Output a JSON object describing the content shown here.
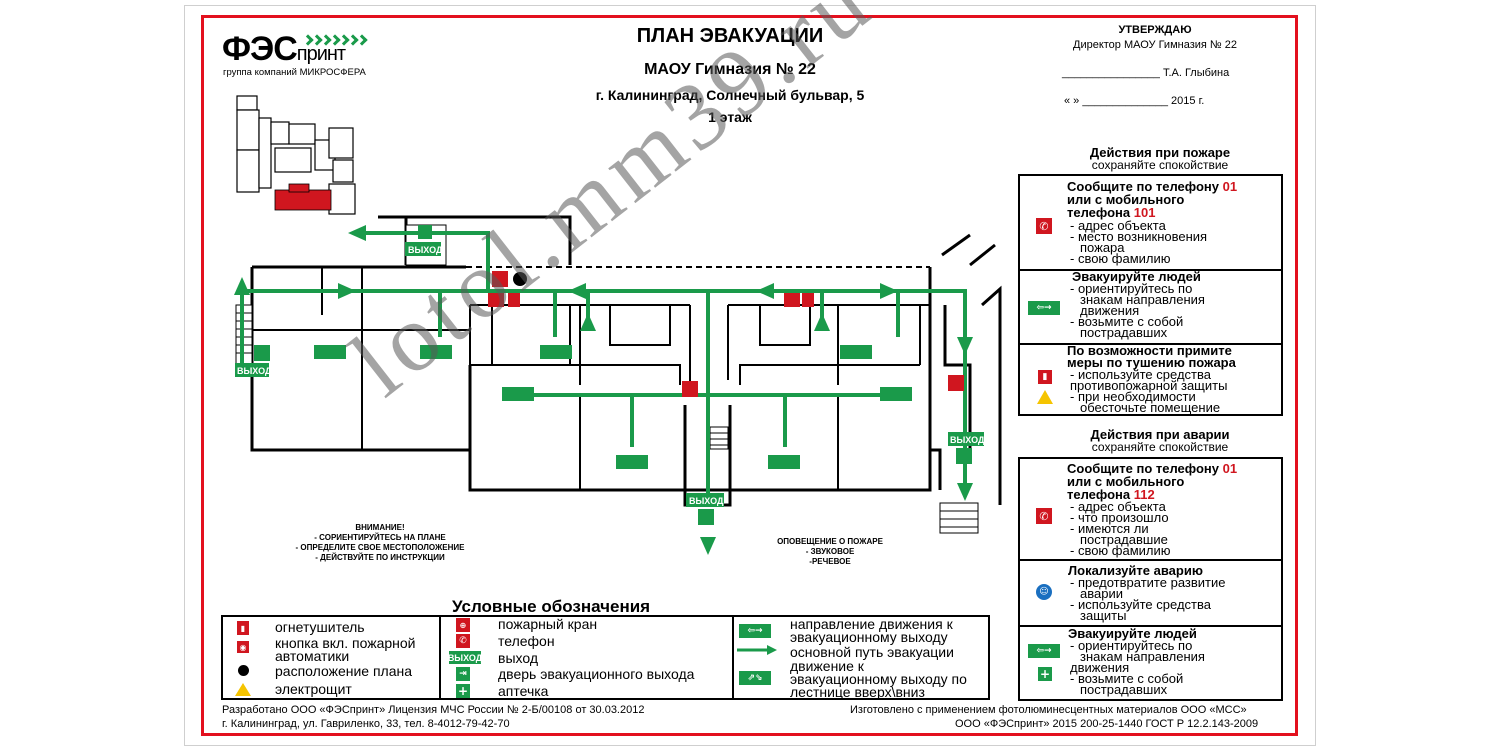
{
  "header": {
    "title": "ПЛАН ЭВАКУАЦИИ",
    "org": "МАОУ Гимназия № 22",
    "address": "г. Калининград, Солнечный бульвар, 5",
    "floor": "1 этаж"
  },
  "logo": {
    "brand_main": "ФЭС",
    "brand_small": "принт",
    "tagline": "группа компаний МИКРОСФЕРА"
  },
  "approval": {
    "title": "УТВЕРЖДАЮ",
    "position": "Директор МАОУ Гимназия № 22",
    "signature_line": "________________ Т.А. Глыбина",
    "date_line": "«      » ______________ 2015 г."
  },
  "fire_actions": {
    "heading": "Действия при пожаре",
    "subheading": "сохраняйте спокойствие",
    "blocks": [
      {
        "title_part1": "Сообщите по телефону ",
        "title_num1": "01",
        "title_part2": "или с мобильного",
        "title_part3": "телефона ",
        "title_num2": "101",
        "items": [
          "- адрес объекта",
          "- место возникновения",
          "  пожара",
          "- свою фамилию"
        ]
      },
      {
        "title": "Эвакуируйте людей",
        "items": [
          "- ориентируйтесь по",
          "  знакам направления",
          "  движения",
          "- возьмите с собой",
          "  пострадавших"
        ]
      },
      {
        "title": "По возможности примите",
        "title2": "меры по тушению пожара",
        "items": [
          "- используйте средства",
          "  противопожарной защиты",
          "- при необходимости",
          "  обесточьте помещение"
        ]
      }
    ]
  },
  "accident_actions": {
    "heading": "Действия при аварии",
    "subheading": "сохраняйте спокойствие",
    "blocks": [
      {
        "title_part1": "Сообщите по телефону ",
        "title_num1": "01",
        "title_part2": "или с мобильного",
        "title_part3": "телефона ",
        "title_num2": "112",
        "items": [
          "- адрес объекта",
          "- что произошло",
          "- имеются ли",
          "  пострадавшие",
          "- свою фамилию"
        ]
      },
      {
        "title": "Локализуйте аварию",
        "items": [
          "- предотвратите развитие",
          "  аварии",
          "- используйте средства",
          "  защиты"
        ]
      },
      {
        "title": "Эвакуируйте людей",
        "items": [
          "- ориентируйтесь по",
          "  знакам направления",
          "  движения",
          "- возьмите с собой",
          "  пострадавших"
        ]
      }
    ]
  },
  "plan": {
    "exit_label": "ВЫХОД",
    "attention": [
      "ВНИМАНИЕ!",
      "- СОРИЕНТИРУЙТЕСЬ НА ПЛАНЕ",
      "- ОПРЕДЕЛИТЕ СВОЕ МЕСТОПОЛОЖЕНИЕ",
      "- ДЕЙСТВУЙТЕ ПО ИНСТРУКЦИИ"
    ],
    "notification": [
      "ОПОВЕЩЕНИЕ О ПОЖАРЕ",
      "- ЗВУКОВОЕ",
      "-РЕЧЕВОЕ"
    ]
  },
  "legend": {
    "title": "Условные обозначения",
    "col1": [
      "огнетушитель",
      "кнопка вкл. пожарной",
      "автоматики",
      "расположение плана",
      "электрощит"
    ],
    "col2": [
      "пожарный кран",
      "телефон",
      "выход",
      "дверь эвакуационного выхода",
      "аптечка"
    ],
    "col3": [
      "направление движения к",
      "эвакуационному выходу",
      "основной путь эвакуации",
      "движение к",
      "эвакуационному выходу по",
      "лестнице вверх\\вниз"
    ]
  },
  "footer": {
    "left1": "Разработано ООО «ФЭСпринт» Лицензия МЧС России № 2-Б/00108 от 30.03.2012",
    "left2": "г. Калининград, ул. Гавриленко, 33, тел. 8-4012-79-42-70",
    "right1": "Изготовлено с применением фотолюминесцентных материалов ООО «МСС»",
    "right2": "ООО «ФЭСпринт» 2015 200-25-1440 ГОСТ Р 12.2.143-2009"
  },
  "watermark": "lotol.mm39.ru",
  "colors": {
    "frame": "#e3101e",
    "green": "#1a9a4a",
    "red": "#d0161f"
  }
}
